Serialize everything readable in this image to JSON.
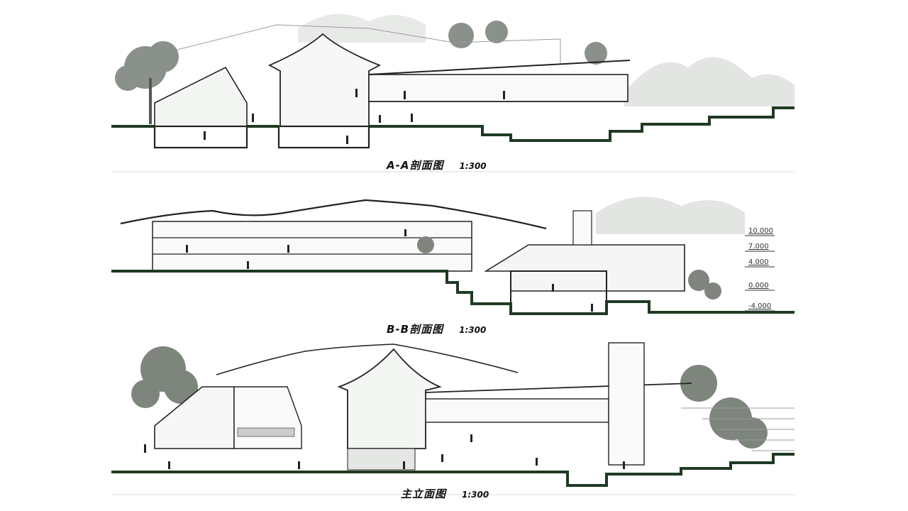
{
  "sections": [
    {
      "id": "a-a",
      "title": "A-A剖面图",
      "scale": "1:300"
    },
    {
      "id": "b-b",
      "title": "B-B剖面图",
      "scale": "1:300"
    },
    {
      "id": "elevation",
      "title": "主立面图",
      "scale": "1:300"
    }
  ],
  "levels": [
    "10.000",
    "7.000",
    "4.000",
    "0.000",
    "-4.000"
  ],
  "colors": {
    "ground": "#1f3a22",
    "line": "#222222",
    "mist": "#cfd3cf",
    "tree": "#7d857c",
    "glass": "#f2f4f2"
  }
}
